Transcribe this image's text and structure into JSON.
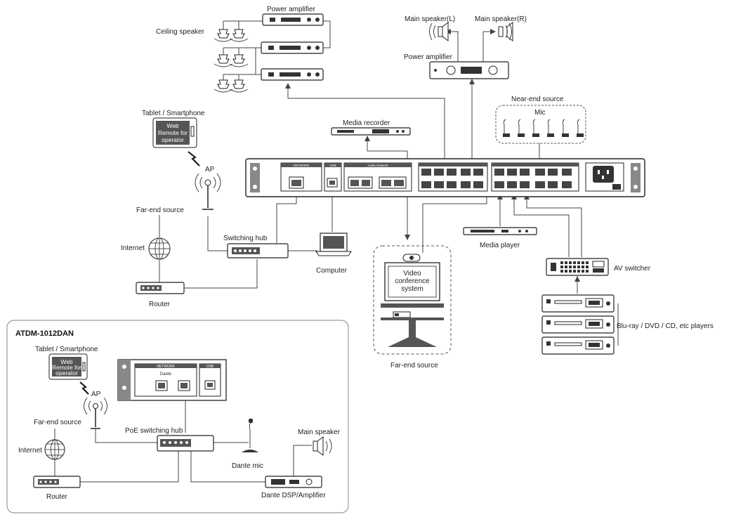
{
  "labels": {
    "power_amp_top": "Power amplifier",
    "ceiling_speaker": "Ceiling speaker",
    "main_speaker_l": "Main speaker(L)",
    "main_speaker_r": "Main speaker(R)",
    "power_amp_right": "Power amplifier",
    "tablet": "Tablet / Smartphone",
    "web_remote_1": "Web",
    "web_remote_2": "Remote for",
    "web_remote_3": "operator",
    "ap": "AP",
    "media_recorder": "Media recorder",
    "near_end_source": "Near-end source",
    "mic": "Mic",
    "far_end_source_left": "Far-end source",
    "internet": "Internet",
    "switching_hub": "Switching hub",
    "computer": "Computer",
    "router": "Router",
    "video_conf_1": "Video",
    "video_conf_2": "conference",
    "video_conf_3": "system",
    "far_end_source_bottom": "Far-end source",
    "media_player": "Media player",
    "av_switcher": "AV switcher",
    "players": "Blu-ray / DVD / CD, etc players"
  },
  "inset": {
    "title": "ATDM-1012DAN",
    "tablet": "Tablet / Smartphone",
    "web_remote_1": "Web",
    "web_remote_2": "Remote for",
    "web_remote_3": "operator",
    "ap": "AP",
    "far_end_source": "Far-end source",
    "internet": "Internet",
    "poe_hub": "PoE switching hub",
    "router": "Router",
    "main_speaker": "Main speaker",
    "dante_mic": "Dante mic",
    "dante_dsp": "Dante DSP/Amplifier",
    "network": "NETWORK",
    "dante_logo": "Dante",
    "usb": "USB"
  },
  "panel": {
    "network": "NETWORK",
    "usb": "USB",
    "audio_network": "Audio Network"
  },
  "colors": {
    "line": "#444444",
    "device": "#222222",
    "inset_border": "#999999"
  }
}
